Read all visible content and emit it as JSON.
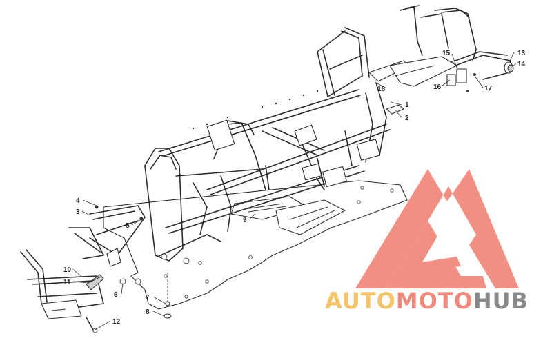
{
  "diagram": {
    "callouts": [
      "1",
      "2",
      "3",
      "4",
      "5",
      "6",
      "7",
      "8",
      "9",
      "10",
      "11",
      "12",
      "13",
      "14",
      "15",
      "16",
      "17",
      "18"
    ]
  },
  "watermark": {
    "part1": "AUTO",
    "part2": "MOTO",
    "part3": "HUB",
    "colors": {
      "auto": "#f4c36a",
      "moto": "#f08a7c",
      "hub": "#8a8a8a",
      "logo": "#f07c6e"
    }
  }
}
